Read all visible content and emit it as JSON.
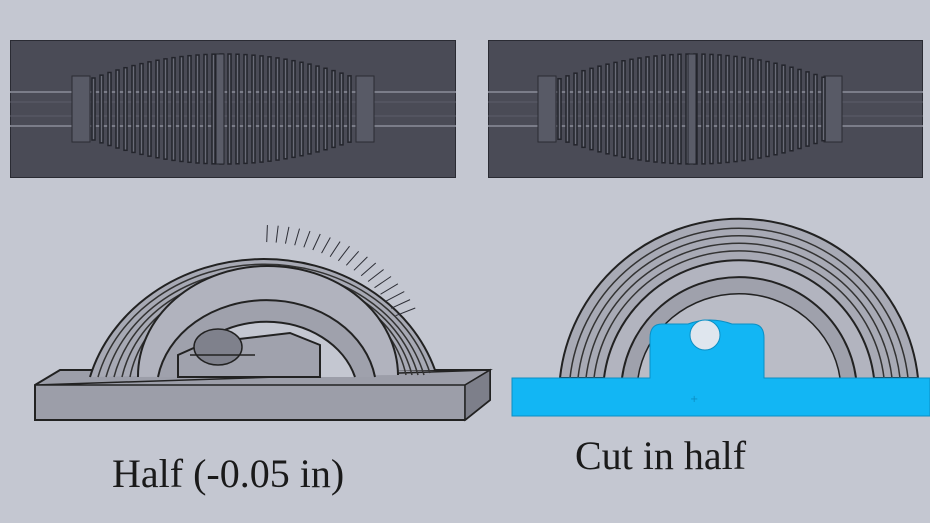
{
  "captions": {
    "left": "Half (-0.05 in)",
    "right": "Cut in half"
  },
  "colors": {
    "background": "#c4c7d1",
    "model_dark": "#4a4b56",
    "model_mid": "#8e909c",
    "model_light": "#a9abb6",
    "section_fill": "#12b6f4"
  },
  "icons": {
    "fin_top_view": "cad-top-view",
    "fin_iso_view": "cad-isometric-view",
    "fin_section_view": "cad-section-view"
  }
}
